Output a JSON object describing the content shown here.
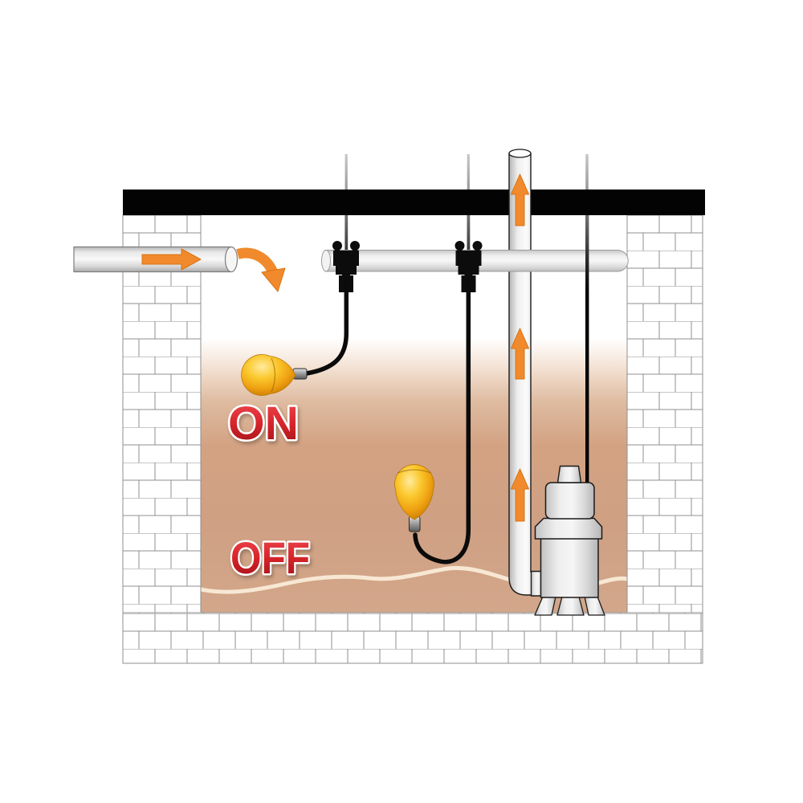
{
  "diagram": {
    "title": "Sump pump tethered float switch ON / OFF water levels",
    "labels": {
      "on": "ON",
      "off": "OFF"
    },
    "colors": {
      "label_red": "#D6252B",
      "arrow_orange": "#F08A2C",
      "float_gold": "#F0A312",
      "water_tan": "#D3A78B",
      "wave_cream": "#F7E8D4",
      "beam_black": "#030303",
      "pipe_gray": "#E9E9E9",
      "cable_black": "#0B0B0B",
      "brick_line_gray": "#8F8F8F"
    },
    "icons": [
      {
        "name": "flow-arrow-right-icon",
        "meaning": "water flowing in through inlet pipe"
      },
      {
        "name": "flow-arrow-curved-icon",
        "meaning": "water pouring down into sump pit"
      },
      {
        "name": "flow-arrow-up-icon",
        "meaning": "water pumped up the discharge pipe"
      }
    ],
    "components": {
      "inlet_pipe": "horizontal inlet pipe through left wall",
      "ceiling_joist": "black ceiling joist",
      "support_bar": "float cable support bar",
      "cable_clamps": "two black cable clamps on support bar",
      "float_on": "gold tethered float switch at pump-on level",
      "float_off": "gold tethered float switch at pump-off level",
      "discharge_pipe": "vertical discharge pipe with elbow to pump",
      "sump_pump": "gray submersible sump pump on legs",
      "sump_pit": "sump pit with tan water-level gradient",
      "water_line": "cream wavy low water line",
      "walls": "white brick foundation walls and floor"
    }
  }
}
